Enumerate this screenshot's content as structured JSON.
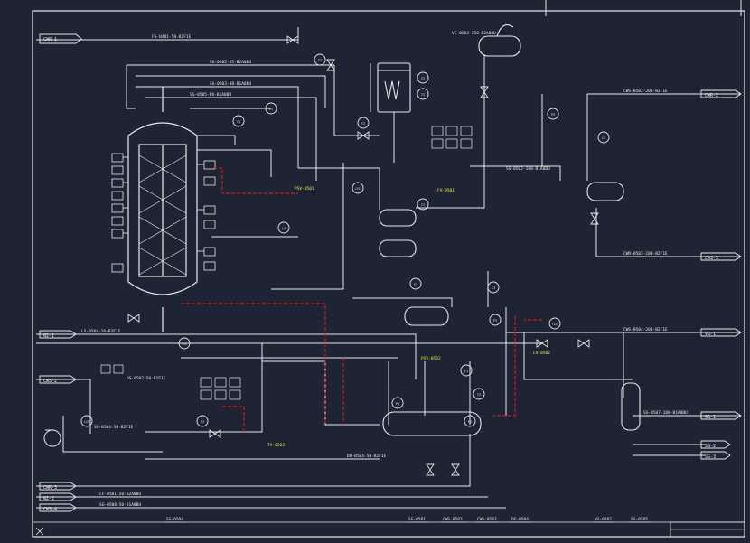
{
  "drawing": {
    "background": "#1e2433",
    "line_color": "#e8e8e8",
    "highlight_line_color": "#d11a1a",
    "highlight_text_color": "#e8e84a"
  },
  "top_labels": {
    "top_center": "VG-0504-150-B2A0BU",
    "top_left": "FS-0401-50-B2F1E"
  },
  "left_inlets": [
    {
      "tag": "CWR-1"
    },
    {
      "tag": "N2-1"
    },
    {
      "tag": "CWS-2"
    },
    {
      "tag": "CWR-3"
    },
    {
      "tag": "N2-2"
    },
    {
      "tag": "CWS-4"
    }
  ],
  "right_outlets": [
    {
      "tag": "CWR-2"
    },
    {
      "tag": "CWS-3"
    },
    {
      "tag": "VG-1"
    },
    {
      "tag": "SG-1"
    },
    {
      "tag": "SG-2"
    },
    {
      "tag": "SG-3"
    }
  ],
  "bottom_labels": [
    {
      "text": "SG-0504"
    },
    {
      "text": "SG-0501"
    },
    {
      "text": "CWS-0502"
    },
    {
      "text": "CWS-0503"
    },
    {
      "text": "PG-0504"
    },
    {
      "text": "VG-0502"
    },
    {
      "text": "SG-0505"
    }
  ],
  "line_labels": [
    "SG-0502-65-B2A0BU",
    "SG-0503-80-B1A0BU",
    "SG-0505-80-B1A0BU",
    "LS-0504-20-B2F1E",
    "PS-0502-50-B2F1E",
    "SG-0504-50-B2F1E",
    "CWS-0502-200-B2F1E",
    "CWR-0503-200-B2F1E",
    "CWS-0504-200-B2F1E",
    "SG-0502-100-B1A0BU",
    "SG-0507-100-B1A0BU",
    "DR-0504-50-B2F1E",
    "CF-0501-50-B2A0BU",
    "SG-0508-50-B1A0BU"
  ],
  "instrument_tags": [
    "TI",
    "PI",
    "TI",
    "TI",
    "TI",
    "TI",
    "TI",
    "TI",
    "PI",
    "PI",
    "LI",
    "LI",
    "FI",
    "TIC",
    "PIC",
    "LIC",
    "TI",
    "PI",
    "FI",
    "TI",
    "PI",
    "LIC"
  ],
  "valve_tags": [
    "PSV-0501",
    "PSV-0502",
    "FV-0501",
    "LV-0502",
    "TV-0503"
  ]
}
